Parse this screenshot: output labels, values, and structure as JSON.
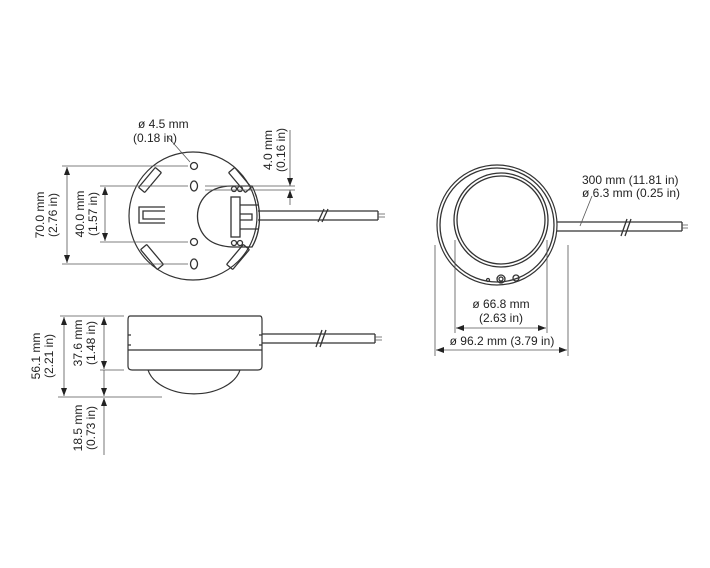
{
  "top_view": {
    "hole": {
      "line1": "ø 4.5 mm",
      "line2": "(0.18 in)"
    },
    "offset": {
      "line1": "4.0 mm",
      "line2": "(0.16 in)"
    },
    "outer_holes": {
      "line1": "70.0 mm",
      "line2": "(2.76 in)"
    },
    "inner_holes": {
      "line1": "40.0 mm",
      "line2": "(1.57 in)"
    }
  },
  "side_view": {
    "total_height": {
      "line1": "56.1 mm",
      "line2": "(2.21 in)"
    },
    "body_height": {
      "line1": "37.6 mm",
      "line2": "(1.48 in)"
    },
    "dome_height": {
      "line1": "18.5 mm",
      "line2": "(0.73 in)"
    }
  },
  "front_view": {
    "cable": {
      "line1": "300 mm (11.81 in)",
      "line2": "ø 6.3 mm (0.25 in)"
    },
    "inner_diameter": {
      "line1": "ø 66.8 mm",
      "line2": "(2.63 in)"
    },
    "outer_diameter": "ø 96.2 mm (3.79 in)"
  }
}
